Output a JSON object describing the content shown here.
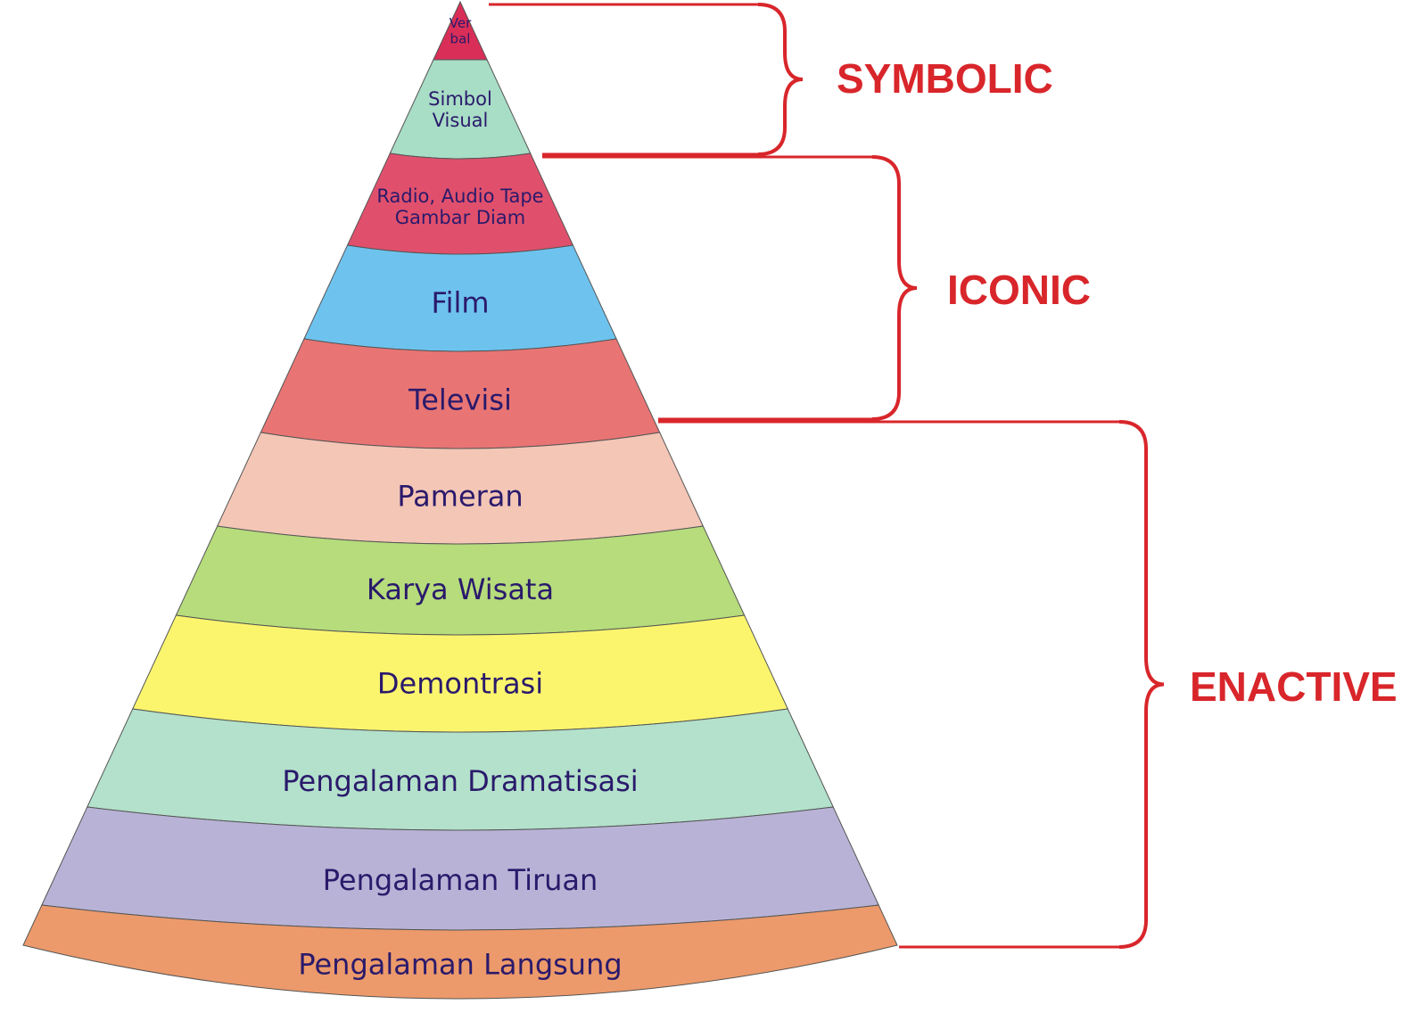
{
  "layers": [
    {
      "lines": [
        "Ver",
        "bal"
      ],
      "color": "#d92e57"
    },
    {
      "lines": [
        "Simbol",
        "Visual"
      ],
      "color": "#a8ddc6"
    },
    {
      "lines": [
        "Radio, Audio Tape",
        "Gambar Diam"
      ],
      "color": "#e0506c"
    },
    {
      "lines": [
        "Film"
      ],
      "color": "#6ec3ee"
    },
    {
      "lines": [
        "Televisi"
      ],
      "color": "#e87574"
    },
    {
      "lines": [
        "Pameran"
      ],
      "color": "#f4c6b6"
    },
    {
      "lines": [
        "Karya Wisata"
      ],
      "color": "#b6dc7c"
    },
    {
      "lines": [
        "Demontrasi"
      ],
      "color": "#fbf56e"
    },
    {
      "lines": [
        "Pengalaman Dramatisasi"
      ],
      "color": "#b3e1cb"
    },
    {
      "lines": [
        "Pengalaman Tiruan"
      ],
      "color": "#b8b3d6"
    },
    {
      "lines": [
        "Pengalaman Langsung"
      ],
      "color": "#ec9a6b"
    }
  ],
  "groups": [
    {
      "label": "SYMBOLIC",
      "color": "#d8262b"
    },
    {
      "label": "ICONIC",
      "color": "#d8262b"
    },
    {
      "label": "ENACTIVE",
      "color": "#d8262b"
    }
  ],
  "text_color": "#2a1a6b"
}
